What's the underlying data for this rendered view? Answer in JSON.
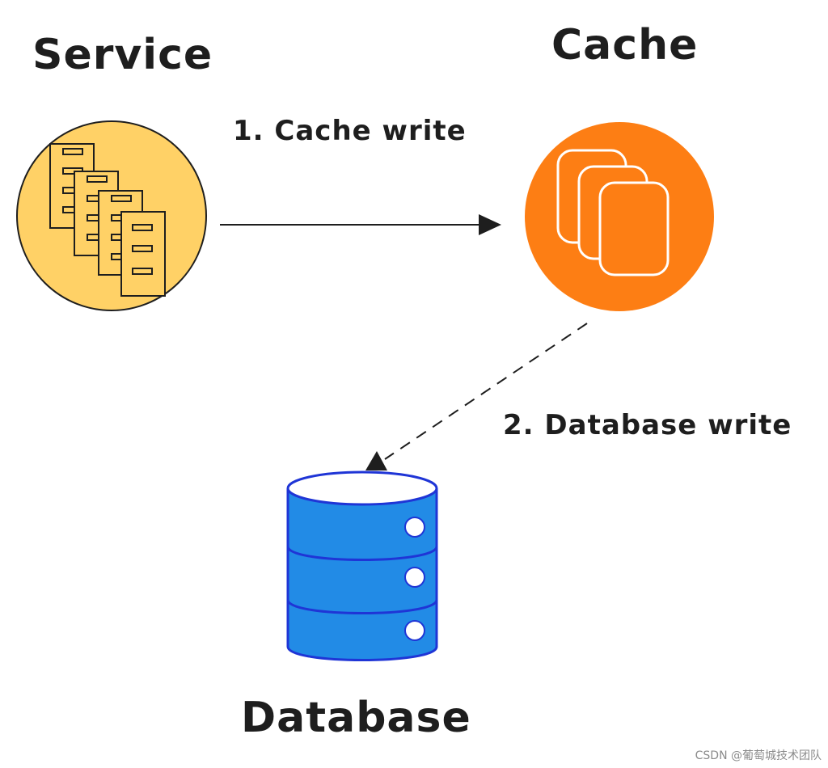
{
  "nodes": {
    "service": {
      "title": "Service",
      "fill_color": "#ffd166",
      "icon": "stacked-documents-icon"
    },
    "cache": {
      "title": "Cache",
      "fill_color": "#fd7e14",
      "icon": "stacked-cards-icon"
    },
    "database": {
      "title": "Database",
      "fill_color": "#228be6",
      "stroke_color": "#1f35d6",
      "icon": "database-cylinder-icon"
    }
  },
  "edges": [
    {
      "label": "1. Cache write",
      "from": "Service",
      "to": "Cache",
      "style": "solid"
    },
    {
      "label": "2. Database write",
      "from": "Cache",
      "to": "Database",
      "style": "dashed"
    }
  ],
  "watermark": "CSDN @葡萄城技术团队"
}
